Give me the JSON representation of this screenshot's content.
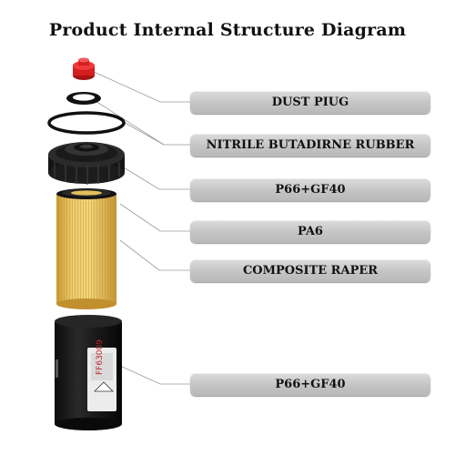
{
  "title": "Product Internal Structure Diagram",
  "labels": [
    "DUST PIUG",
    "NITRILE BUTADIRNE RUBBER",
    "P66+GF40",
    "PA6",
    "COMPOSITE RAPER",
    "P66+GF40"
  ],
  "canister_text": "FF63009",
  "colors": {
    "plug": "#d81f1f",
    "element": "#e6c35f",
    "housing": "#151515",
    "label_box": "#c8c8c8"
  },
  "icons": [
    "dust-plug",
    "seal-ring",
    "gasket-ring",
    "filter-cap",
    "filter-element",
    "filter-housing"
  ]
}
